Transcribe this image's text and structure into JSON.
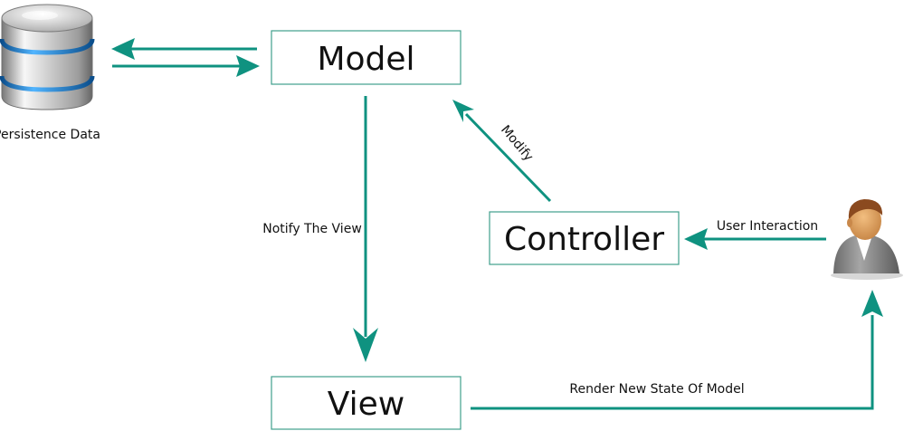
{
  "database": {
    "icon": "database-icon",
    "label": "Persistence Data"
  },
  "user": {
    "icon": "user-icon"
  },
  "nodes": {
    "model": "Model",
    "controller": "Controller",
    "view": "View"
  },
  "edges": {
    "notify": "Notify The View",
    "modify": "Modify",
    "user_interaction": "User Interaction",
    "render": "Render New State Of Model"
  },
  "colors": {
    "arrow": "#0f9280",
    "box_border": "#3f9f8d",
    "db_blue": "#2d87c9",
    "user_skin": "#d8954d",
    "user_hair": "#8b4a1f"
  }
}
